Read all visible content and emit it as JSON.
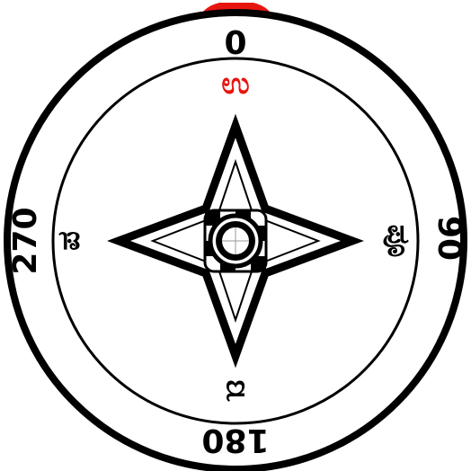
{
  "compass": {
    "degrees": {
      "north": "0",
      "east": "90",
      "south": "180",
      "west": "270"
    },
    "directions": {
      "north": "ಉ",
      "east": "ಪೂ",
      "south": "ದ",
      "west": "ಪ"
    },
    "colors": {
      "ring": "#000000",
      "background": "#ffffff",
      "north_accent": "#e8150f",
      "needle": "#000000"
    },
    "icons": {
      "top_marker": "triangle-marker-icon",
      "center": "crosshair-icon"
    }
  }
}
